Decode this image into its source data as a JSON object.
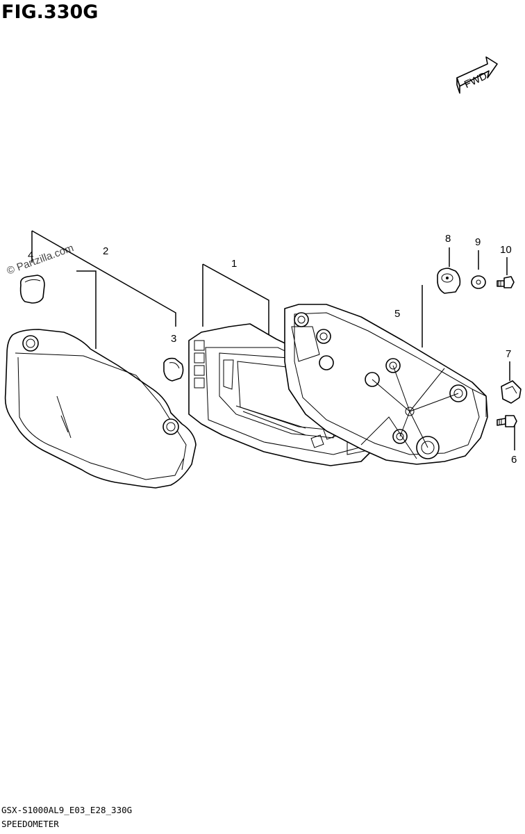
{
  "figure": {
    "title": "FIG.330G",
    "watermark": "© Partzilla.com",
    "fwd_label": "FWD",
    "code": "GSX-S1000AL9_E03_E28_330G",
    "name": "SPEEDOMETER"
  },
  "callouts": [
    {
      "id": "c1",
      "label": "1"
    },
    {
      "id": "c2",
      "label": "2"
    },
    {
      "id": "c3",
      "label": "3"
    },
    {
      "id": "c4",
      "label": "4"
    },
    {
      "id": "c5",
      "label": "5"
    },
    {
      "id": "c6",
      "label": "6"
    },
    {
      "id": "c7",
      "label": "7"
    },
    {
      "id": "c8",
      "label": "8"
    },
    {
      "id": "c9",
      "label": "9"
    },
    {
      "id": "c10",
      "label": "10"
    }
  ]
}
